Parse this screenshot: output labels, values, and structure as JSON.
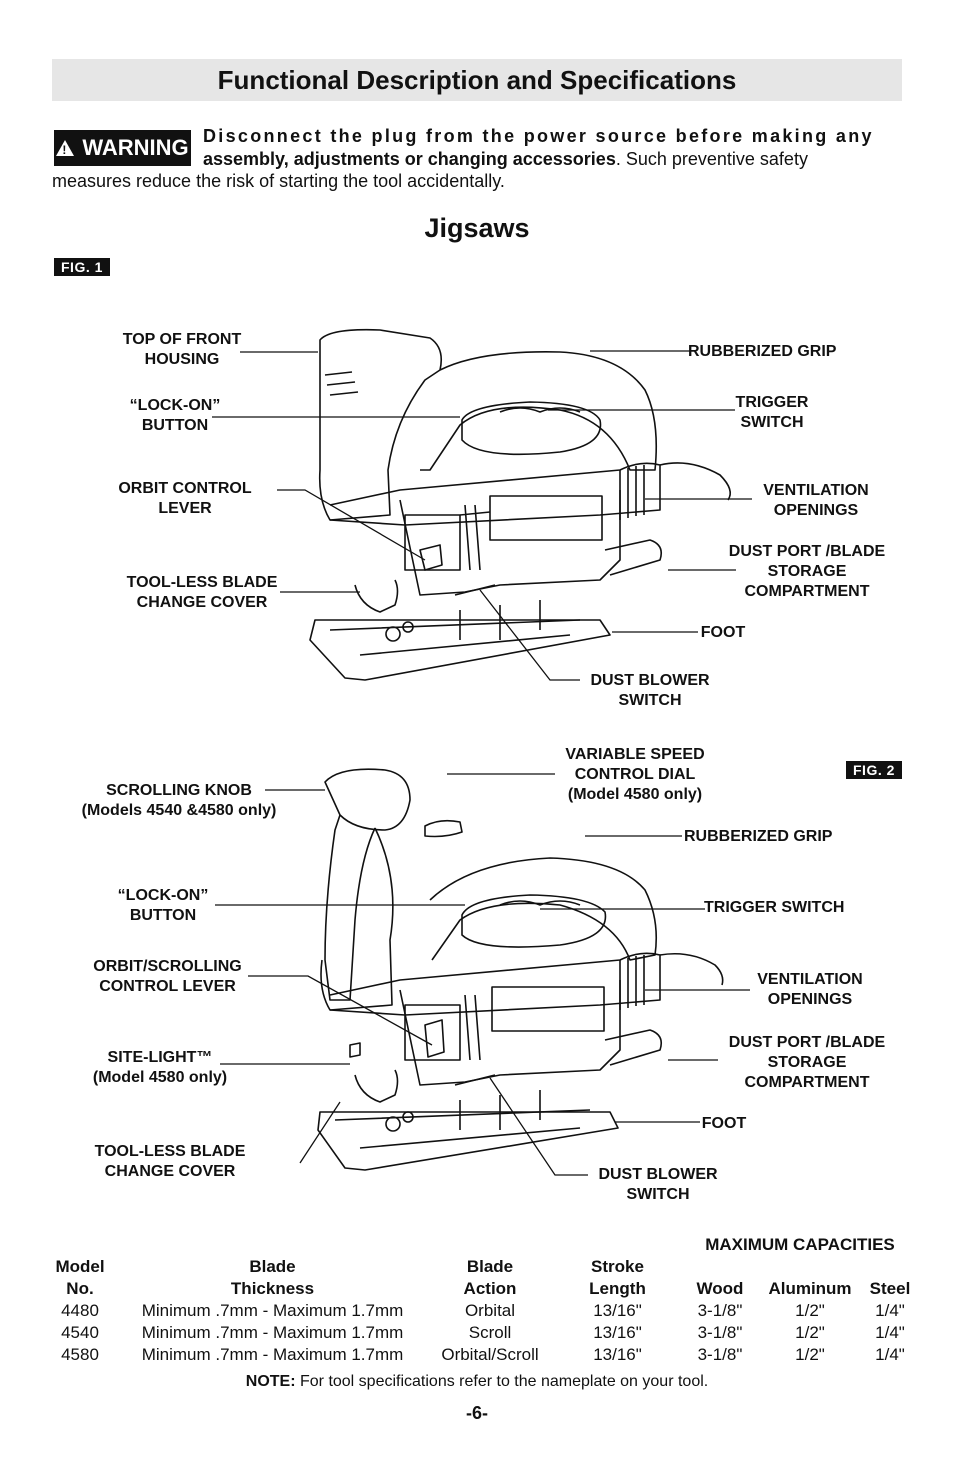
{
  "title": "Functional Description and Specifications",
  "warning": {
    "badge": "WARNING",
    "bold_line1": "Disconnect the plug from the power source before making any",
    "bold_line2": "assembly, adjustments or changing accessories",
    "rest_line2": ".  Such preventive safety",
    "line3": "measures reduce the risk of starting the tool accidentally."
  },
  "subtitle": "Jigsaws",
  "fig1": {
    "tag": "FIG. 1",
    "labels": {
      "top_front_housing": [
        "TOP OF FRONT",
        "HOUSING"
      ],
      "lock_on": [
        "“LOCK-ON”",
        "BUTTON"
      ],
      "orbit_lever": [
        "ORBIT CONTROL",
        "LEVER"
      ],
      "toolless_cover": [
        "TOOL-LESS BLADE",
        "CHANGE COVER"
      ],
      "rubberized_grip": [
        "RUBBERIZED GRIP"
      ],
      "trigger": [
        "TRIGGER",
        "SWITCH"
      ],
      "ventilation": [
        "VENTILATION",
        "OPENINGS"
      ],
      "dust_port": [
        "DUST PORT /BLADE",
        "STORAGE",
        "COMPARTMENT"
      ],
      "foot": [
        "FOOT"
      ],
      "dust_blower": [
        "DUST BLOWER",
        "SWITCH"
      ]
    }
  },
  "fig2": {
    "tag": "FIG. 2",
    "labels": {
      "scrolling_knob": [
        "SCROLLING KNOB",
        "(Models 4540 &4580 only)"
      ],
      "lock_on": [
        "“LOCK-ON”",
        "BUTTON"
      ],
      "orbit_scrolling": [
        "ORBIT/SCROLLING",
        "CONTROL LEVER"
      ],
      "site_light": [
        "SITE-LIGHT™",
        "(Model 4580 only)"
      ],
      "toolless_cover": [
        "TOOL-LESS BLADE",
        "CHANGE COVER"
      ],
      "variable_speed": [
        "VARIABLE SPEED",
        "CONTROL DIAL",
        "(Model 4580 only)"
      ],
      "rubberized_grip": [
        "RUBBERIZED GRIP"
      ],
      "trigger": [
        "TRIGGER SWITCH"
      ],
      "ventilation": [
        "VENTILATION",
        "OPENINGS"
      ],
      "dust_port": [
        "DUST PORT /BLADE",
        "STORAGE",
        "COMPARTMENT"
      ],
      "foot": [
        "FOOT"
      ],
      "dust_blower": [
        "DUST BLOWER",
        "SWITCH"
      ]
    }
  },
  "specs": {
    "group_header": "MAXIMUM CAPACITIES",
    "headers": [
      [
        "Model",
        "No."
      ],
      [
        "Blade",
        "Thickness"
      ],
      [
        "Blade",
        "Action"
      ],
      [
        "Stroke",
        "Length"
      ],
      [
        "",
        "Wood"
      ],
      [
        "",
        "Aluminum"
      ],
      [
        "",
        "Steel"
      ]
    ],
    "rows": [
      [
        "4480",
        "Minimum .7mm - Maximum 1.7mm",
        "Orbital",
        "13/16\"",
        "3-1/8\"",
        "1/2\"",
        "1/4\""
      ],
      [
        "4540",
        "Minimum .7mm - Maximum 1.7mm",
        "Scroll",
        "13/16\"",
        "3-1/8\"",
        "1/2\"",
        "1/4\""
      ],
      [
        "4580",
        "Minimum .7mm - Maximum 1.7mm",
        "Orbital/Scroll",
        "13/16\"",
        "3-1/8\"",
        "1/2\"",
        "1/4\""
      ]
    ]
  },
  "note": {
    "label": "NOTE:",
    "text": " For tool specifications refer to the nameplate on your tool."
  },
  "page_number": "-6-"
}
